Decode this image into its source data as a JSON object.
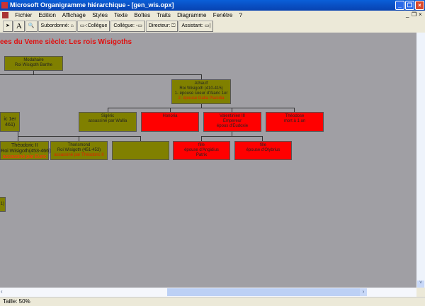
{
  "window": {
    "title": "Microsoft Organigramme hiérarchique - [gen_wis.opx]"
  },
  "menu": [
    "Fichier",
    "Edition",
    "Affichage",
    "Styles",
    "Texte",
    "Boîtes",
    "Traits",
    "Diagramme",
    "Fenêtre",
    "?"
  ],
  "toolbar": {
    "subordinate": "Subordonné: ⌂",
    "coworker_left": "▭-:Collègue",
    "coworker_right": "Collègue: -▭",
    "manager": "Directeur: ⏍",
    "assistant": "Assistant: ▭|"
  },
  "chart": {
    "title": "ees du Veme siècle: Les rois Wisigoths",
    "boxes": {
      "modahaire": {
        "l1": "Modahaire",
        "l2": "Roi Wisigoth Barthe"
      },
      "ataulf": {
        "l1": "Athaulf",
        "l2": "Roi Wisigoth (410-415)",
        "l3": "1- épouse soeur d'Alaric 1er",
        "l4": "2- épouse Galla Placidia"
      },
      "partial_left": {
        "l1": "ic 1er",
        "l2": "461)"
      },
      "sigeric": {
        "l1": "Sigéric",
        "l2": "assassiné par Wallia"
      },
      "honoria": {
        "l1": "Honoria"
      },
      "valentinien": {
        "l1": "Valentinien III",
        "l2": "Empereur",
        "l3": "époux d'Eudoxie"
      },
      "theodose": {
        "l1": "Théodose",
        "l2": "mort à 1 an"
      },
      "theodoric2": {
        "l1": "Théodoric II",
        "l2": "Roi Wisigoth(453-466)",
        "l3": "assassiné par Euric"
      },
      "thorismond": {
        "l1": "Thorismond",
        "l2": "Roi Wisigoth (451-453)",
        "l3": "assassiné par Théodoric II"
      },
      "fille1": {
        "l1": "fille",
        "l2": "épouse d'Angidius",
        "l3": "Patrix"
      },
      "fille2": {
        "l1": "fille",
        "l2": "épouse d'Olybrius"
      },
      "partial_bottom": {
        "l1": "1)"
      }
    }
  },
  "status": {
    "zoom": "Taille: 50%"
  }
}
